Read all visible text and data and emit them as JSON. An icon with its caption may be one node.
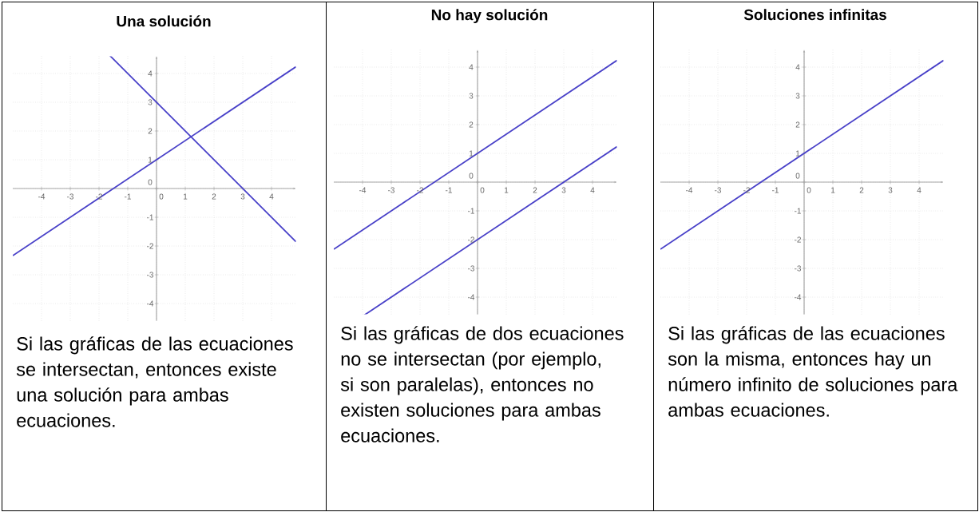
{
  "diagram": {
    "nodes": [
      {
        "text": [
          "Una solución",
          "Si las gráficas de las ecuaciones se intersectan, entonces existe una solución para ambas ecuaciones."
        ]
      },
      {
        "text": [
          "No hay solución",
          "Si las gráficas de dos ecuaciones no se intersectan (por ejemplo, si son paralelas), entonces no existen soluciones para ambas ecuaciones."
        ]
      },
      {
        "text": [
          "Soluciones infinitas",
          "Si las gráficas de las ecuaciones son la misma, entonces hay un número infinito de soluciones para ambas ecuaciones."
        ]
      }
    ],
    "labels": [
      "-4",
      "-3",
      "-2",
      "-1",
      "0",
      "1",
      "2",
      "3",
      "4",
      "4",
      "3",
      "2",
      "1",
      "0",
      "-1",
      "-2",
      "-3",
      "-4",
      "-4",
      "-3",
      "-2",
      "-1",
      "0",
      "1",
      "2",
      "3",
      "4",
      "4",
      "3",
      "2",
      "1",
      "0",
      "-1",
      "-2",
      "-3",
      "-4",
      "-4",
      "-3",
      "-2",
      "-1",
      "0",
      "1",
      "2",
      "3",
      "4",
      "4",
      "3",
      "2",
      "1",
      "0",
      "-1",
      "-2",
      "-3",
      "-4"
    ]
  }
}
